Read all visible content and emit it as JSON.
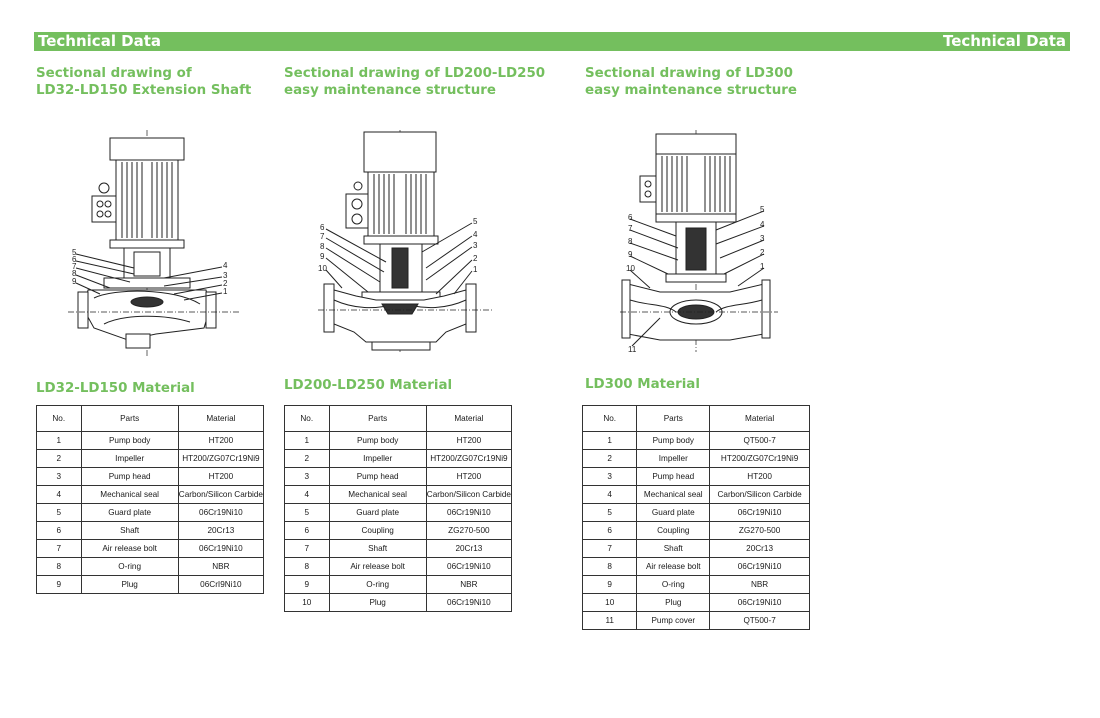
{
  "banner": {
    "left_title": "Technical Data",
    "right_title": "Technical Data",
    "color": "#74bf5e"
  },
  "sections": [
    {
      "heading": [
        "Sectional drawing of",
        "LD32-LD150 Extension Shaft"
      ],
      "material_title": "LD32-LD150 Material",
      "callouts_left": [
        "5",
        "6",
        "7",
        "8",
        "9"
      ],
      "callouts_right": [
        "4",
        "3",
        "2",
        "1"
      ],
      "table": {
        "headers": [
          "No.",
          "Parts",
          "Material"
        ],
        "rows": [
          [
            "1",
            "Pump body",
            "HT200"
          ],
          [
            "2",
            "Impeller",
            "HT200/ZG07Cr19Ni9"
          ],
          [
            "3",
            "Pump head",
            "HT200"
          ],
          [
            "4",
            "Mechanical seal",
            "Carbon/Silicon Carbide"
          ],
          [
            "5",
            "Guard plate",
            "06Cr19Ni10"
          ],
          [
            "6",
            "Shaft",
            "20Cr13"
          ],
          [
            "7",
            "Air release bolt",
            "06Cr19Ni10"
          ],
          [
            "8",
            "O-ring",
            "NBR"
          ],
          [
            "9",
            "Plug",
            "06CrI9Ni10"
          ]
        ]
      }
    },
    {
      "heading": [
        "Sectional drawing of LD200-LD250",
        "easy maintenance structure"
      ],
      "material_title": "LD200-LD250 Material",
      "callouts_left": [
        "6",
        "7",
        "8",
        "9",
        "10"
      ],
      "callouts_right": [
        "5",
        "4",
        "3",
        "2",
        "1"
      ],
      "table": {
        "headers": [
          "No.",
          "Parts",
          "Material"
        ],
        "rows": [
          [
            "1",
            "Pump body",
            "HT200"
          ],
          [
            "2",
            "Impeller",
            "HT200/ZG07Cr19Ni9"
          ],
          [
            "3",
            "Pump head",
            "HT200"
          ],
          [
            "4",
            "Mechanical seal",
            "Carbon/Silicon Carbide"
          ],
          [
            "5",
            "Guard plate",
            "06Cr19Ni10"
          ],
          [
            "6",
            "Coupling",
            "ZG270-500"
          ],
          [
            "7",
            "Shaft",
            "20Cr13"
          ],
          [
            "8",
            "Air release bolt",
            "06Cr19Ni10"
          ],
          [
            "9",
            "O-ring",
            "NBR"
          ],
          [
            "10",
            "Plug",
            "06Cr19Ni10"
          ]
        ]
      }
    },
    {
      "heading": [
        "Sectional drawing of LD300",
        "easy maintenance structure"
      ],
      "material_title": "LD300 Material",
      "callouts_left": [
        "6",
        "7",
        "8",
        "9",
        "10"
      ],
      "callouts_right": [
        "5",
        "4",
        "3",
        "2",
        "1"
      ],
      "callout_bottom": "11",
      "table": {
        "headers": [
          "No.",
          "Parts",
          "Material"
        ],
        "rows": [
          [
            "1",
            "Pump body",
            "QT500-7"
          ],
          [
            "2",
            "Impeller",
            "HT200/ZG07Cr19Ni9"
          ],
          [
            "3",
            "Pump head",
            "HT200"
          ],
          [
            "4",
            "Mechanical seal",
            "Carbon/Silicon Carbide"
          ],
          [
            "5",
            "Guard plate",
            "06Cr19Ni10"
          ],
          [
            "6",
            "Coupling",
            "ZG270-500"
          ],
          [
            "7",
            "Shaft",
            "20Cr13"
          ],
          [
            "8",
            "Air release bolt",
            "06Cr19Ni10"
          ],
          [
            "9",
            "O-ring",
            "NBR"
          ],
          [
            "10",
            "Plug",
            "06Cr19Ni10"
          ],
          [
            "11",
            "Pump cover",
            "QT500-7"
          ]
        ]
      }
    }
  ]
}
